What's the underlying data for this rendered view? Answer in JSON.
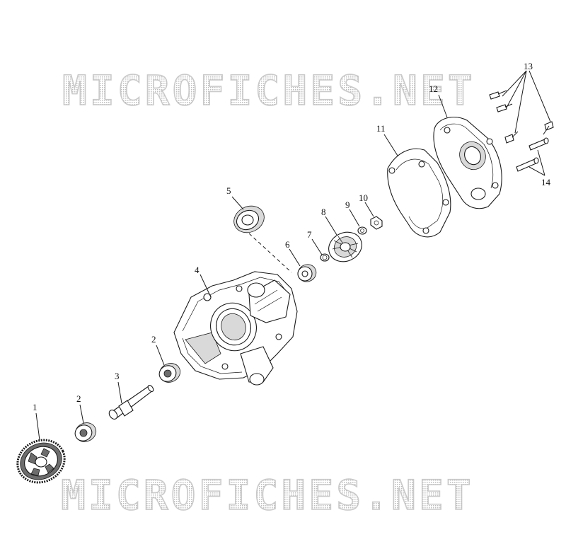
{
  "watermark": {
    "top": "MICROFICHES.NET",
    "bottom": "MICROFICHES.NET"
  },
  "callouts": {
    "c1": "1",
    "c2a": "2",
    "c2b": "2",
    "c3": "3",
    "c4": "4",
    "c5": "5",
    "c6": "6",
    "c7": "7",
    "c8": "8",
    "c9": "9",
    "c10": "10",
    "c11": "11",
    "c12": "12",
    "c13": "13",
    "c14": "14"
  }
}
